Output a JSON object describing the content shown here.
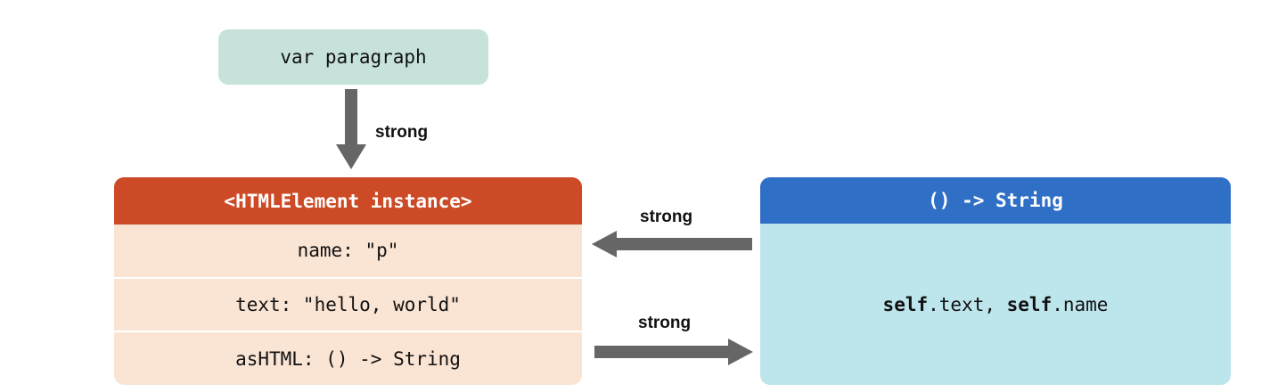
{
  "diagram": {
    "type": "object-reference-graph",
    "colors": {
      "background": "#ffffff",
      "var_box_fill": "#c6e2db",
      "instance_header_fill": "#cc4a26",
      "instance_body_fill": "#fae4d4",
      "closure_header_fill": "#2f6fc6",
      "closure_body_fill": "#bde5ec",
      "arrow_fill": "#666666",
      "header_text": "#ffffff",
      "body_text": "#111111"
    },
    "var_box": {
      "label": "var paragraph"
    },
    "instance_box": {
      "header": "<HTMLElement instance>",
      "rows": [
        {
          "label": "name: \"p\""
        },
        {
          "label": "text: \"hello, world\""
        },
        {
          "label": "asHTML: () -> String"
        }
      ]
    },
    "closure_box": {
      "header": "() -> String",
      "body_parts": [
        {
          "text": "self",
          "bold": true
        },
        {
          "text": ".text, ",
          "bold": false
        },
        {
          "text": "self",
          "bold": true
        },
        {
          "text": ".name",
          "bold": false
        }
      ],
      "body_plain": "self.text, self.name"
    },
    "arrows": [
      {
        "name": "var-to-instance",
        "label": "strong",
        "direction": "down",
        "from": "var_box",
        "to": "instance_box"
      },
      {
        "name": "closure-to-instance",
        "label": "strong",
        "direction": "left",
        "from": "closure_box",
        "to": "instance_box"
      },
      {
        "name": "instance-to-closure",
        "label": "strong",
        "direction": "right",
        "from": "instance_box",
        "to": "closure_box"
      }
    ]
  }
}
